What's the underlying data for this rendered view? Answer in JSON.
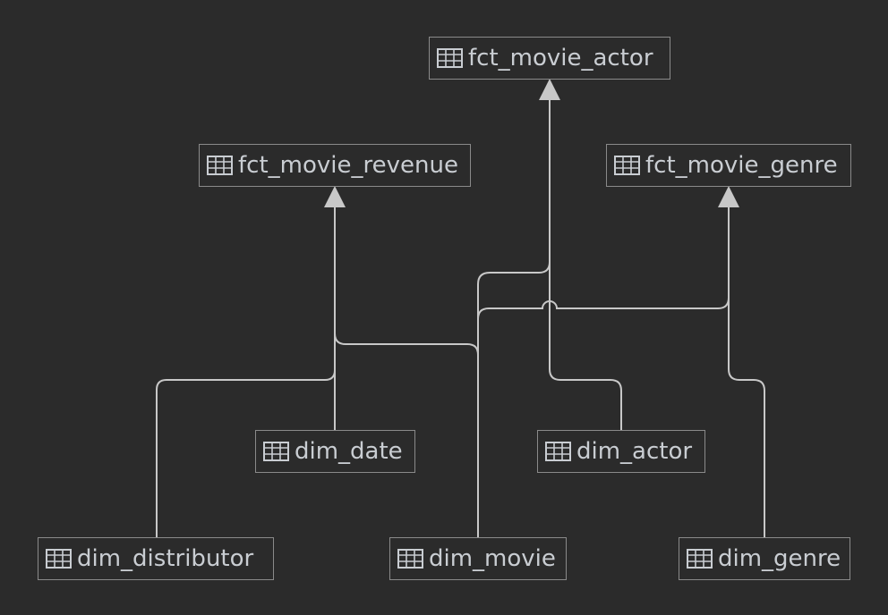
{
  "diagram": {
    "nodes": [
      {
        "id": "fct_movie_actor",
        "label": "fct_movie_actor",
        "icon": "table-icon"
      },
      {
        "id": "fct_movie_revenue",
        "label": "fct_movie_revenue",
        "icon": "table-icon"
      },
      {
        "id": "fct_movie_genre",
        "label": "fct_movie_genre",
        "icon": "table-icon"
      },
      {
        "id": "dim_date",
        "label": "dim_date",
        "icon": "table-icon"
      },
      {
        "id": "dim_actor",
        "label": "dim_actor",
        "icon": "table-icon"
      },
      {
        "id": "dim_distributor",
        "label": "dim_distributor",
        "icon": "table-icon"
      },
      {
        "id": "dim_movie",
        "label": "dim_movie",
        "icon": "table-icon"
      },
      {
        "id": "dim_genre",
        "label": "dim_genre",
        "icon": "table-icon"
      }
    ],
    "edges": [
      {
        "from": "dim_distributor",
        "to": "fct_movie_revenue"
      },
      {
        "from": "dim_date",
        "to": "fct_movie_revenue"
      },
      {
        "from": "dim_movie",
        "to": "fct_movie_revenue"
      },
      {
        "from": "dim_movie",
        "to": "fct_movie_actor"
      },
      {
        "from": "dim_actor",
        "to": "fct_movie_actor"
      },
      {
        "from": "dim_movie",
        "to": "fct_movie_genre"
      },
      {
        "from": "dim_genre",
        "to": "fct_movie_genre"
      }
    ],
    "colors": {
      "background": "#2b2b2b",
      "edge": "#c8c8c8",
      "node_border": "#8a8a8a",
      "text": "#c9cdd2"
    }
  }
}
